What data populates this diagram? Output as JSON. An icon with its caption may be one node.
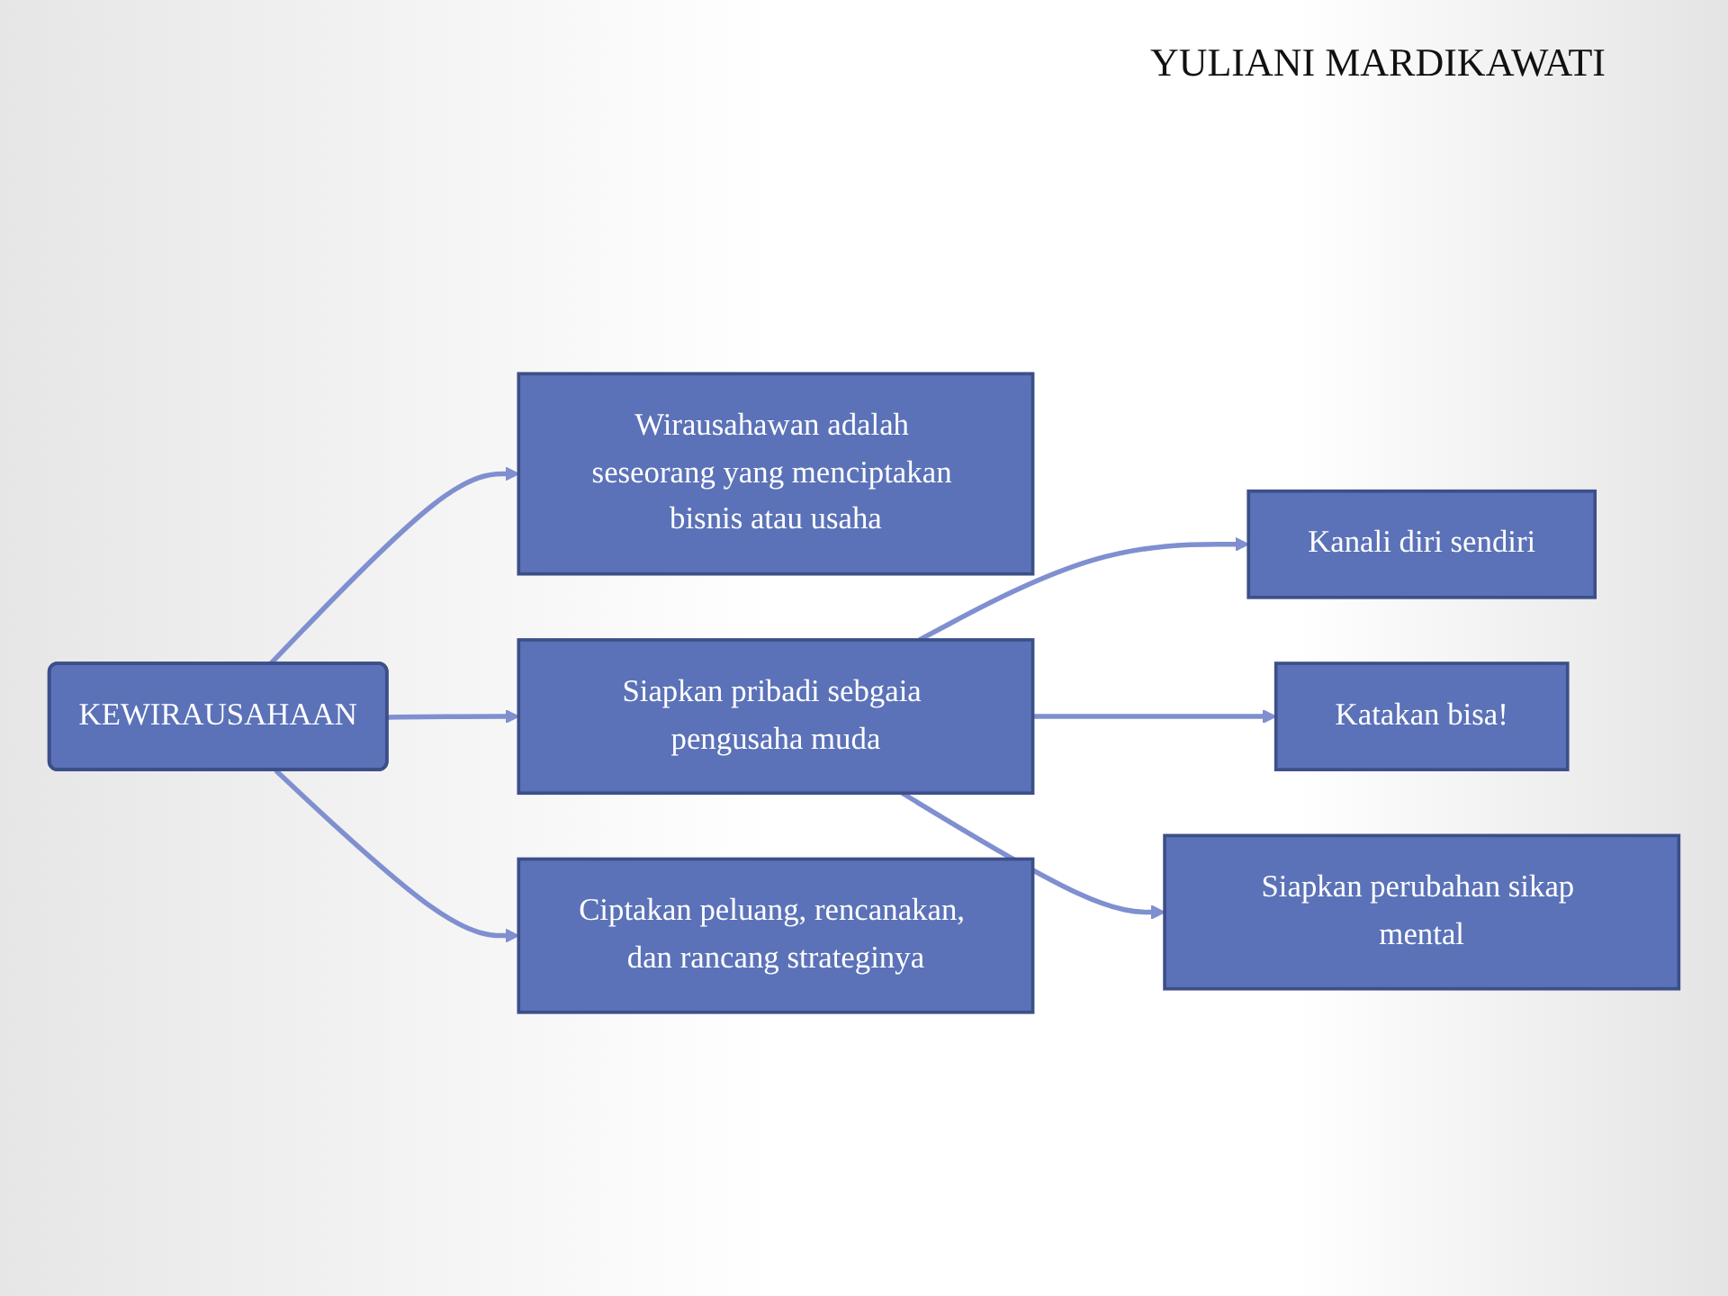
{
  "diagram": {
    "nodes": [
      {
        "text": [
          "KEWIRAUSAHAAN"
        ]
      },
      {
        "text": [
          "Wirausahawan adalah seseorang yang menciptakan bisnis atau usaha"
        ]
      },
      {
        "text": [
          "Siapkan pribadi sebgaia pengusaha muda"
        ]
      },
      {
        "text": [
          "Kanali diri sendiri"
        ]
      },
      {
        "text": [
          "Katakan bisa!"
        ]
      },
      {
        "text": [
          "Siapkan perubahan sikap mental"
        ]
      },
      {
        "text": [
          "Ciptakan peluang, rencanakan, dan rancang strateginya"
        ]
      }
    ],
    "edges": [
      {
        "from": 0,
        "to": 1,
        "arrow": "to"
      },
      {
        "from": 0,
        "to": 2,
        "arrow": "to"
      },
      {
        "from": 2,
        "to": 3,
        "arrow": "to"
      },
      {
        "from": 2,
        "to": 4,
        "arrow": "to"
      },
      {
        "from": 2,
        "to": 5,
        "arrow": "to"
      },
      {
        "from": 0,
        "to": 6,
        "arrow": "to"
      }
    ],
    "labels": [
      "YULIANI MARDIKAWATI"
    ]
  }
}
